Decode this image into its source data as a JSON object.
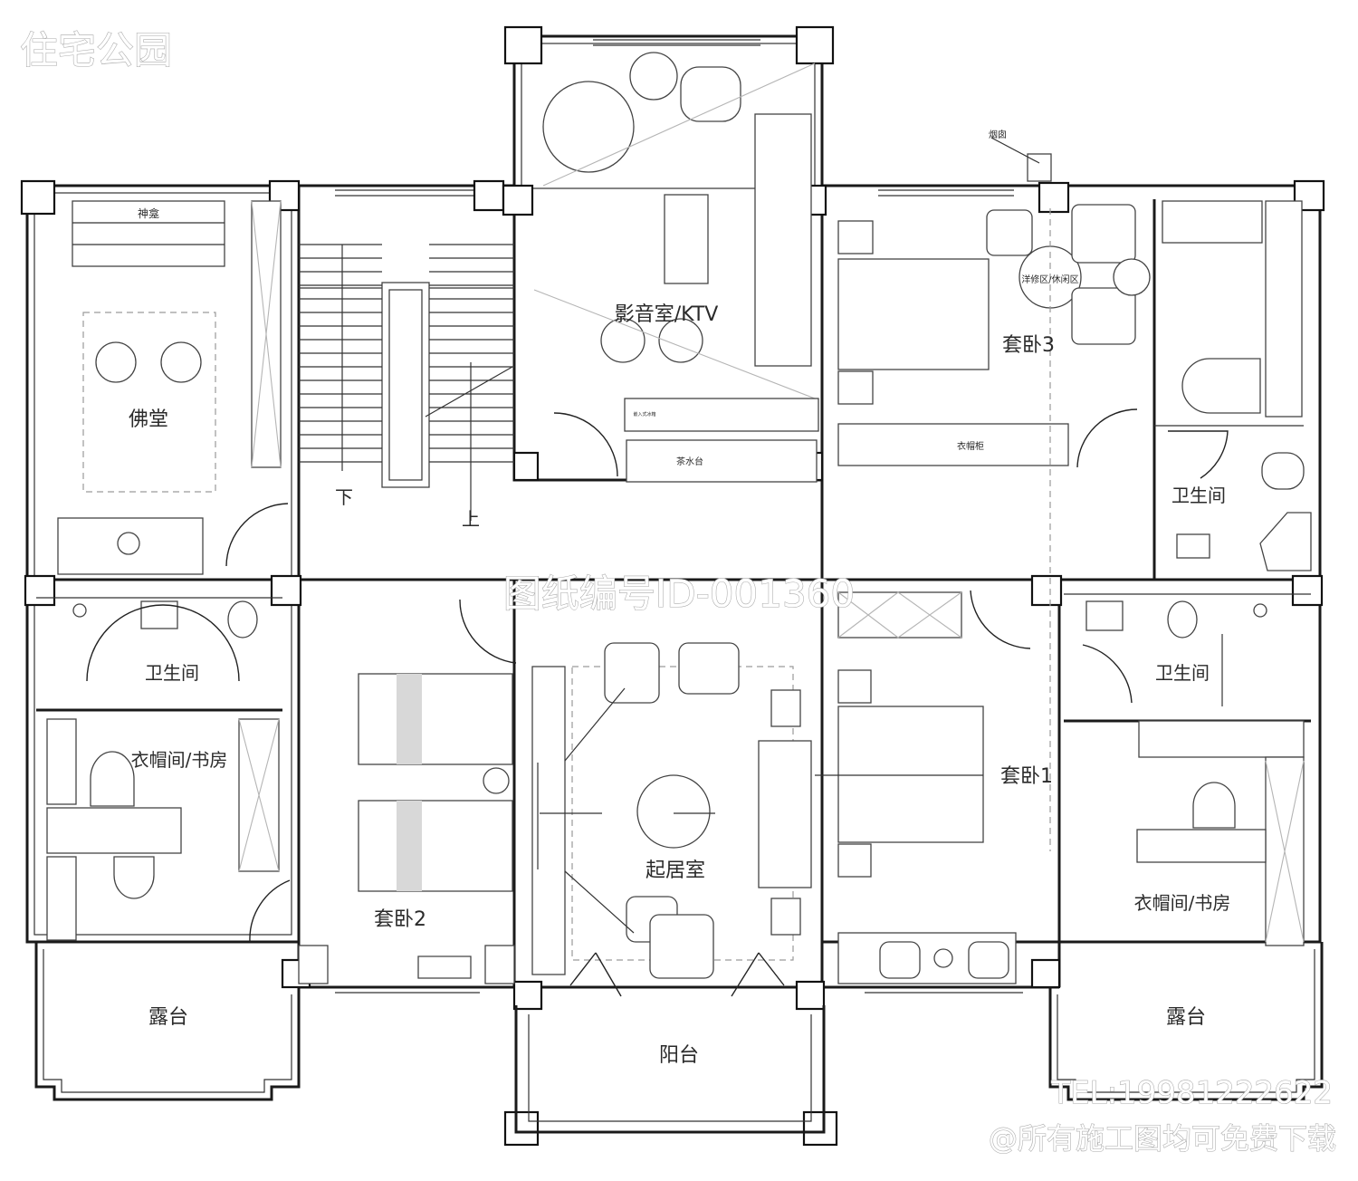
{
  "watermark": {
    "brand": "住宅公园",
    "drawing_id": "图纸编号ID-001360",
    "tel": "TEL:19981222622",
    "note": "@所有施工图均可免费下载"
  },
  "rooms": {
    "buddha_hall": "佛堂",
    "shrine": "神龛",
    "ktv": "影音室/KTV",
    "suite3": "套卧3",
    "lounge": "洋修区/休闲区",
    "chimney": "烟囱",
    "bath_right_top": "卫生间",
    "bath_left": "卫生间",
    "cloak_left": "衣帽间/书房",
    "suite2": "套卧2",
    "living": "起居室",
    "suite1": "套卧1",
    "bath_right": "卫生间",
    "cloak_right": "衣帽间/书房",
    "terrace_left": "露台",
    "balcony": "阳台",
    "terrace_right": "露台",
    "tea_counter": "茶水台",
    "wardrobe": "衣帽柜",
    "cabinet": "嵌入式冰箱",
    "stair_down": "下",
    "stair_up": "上"
  }
}
